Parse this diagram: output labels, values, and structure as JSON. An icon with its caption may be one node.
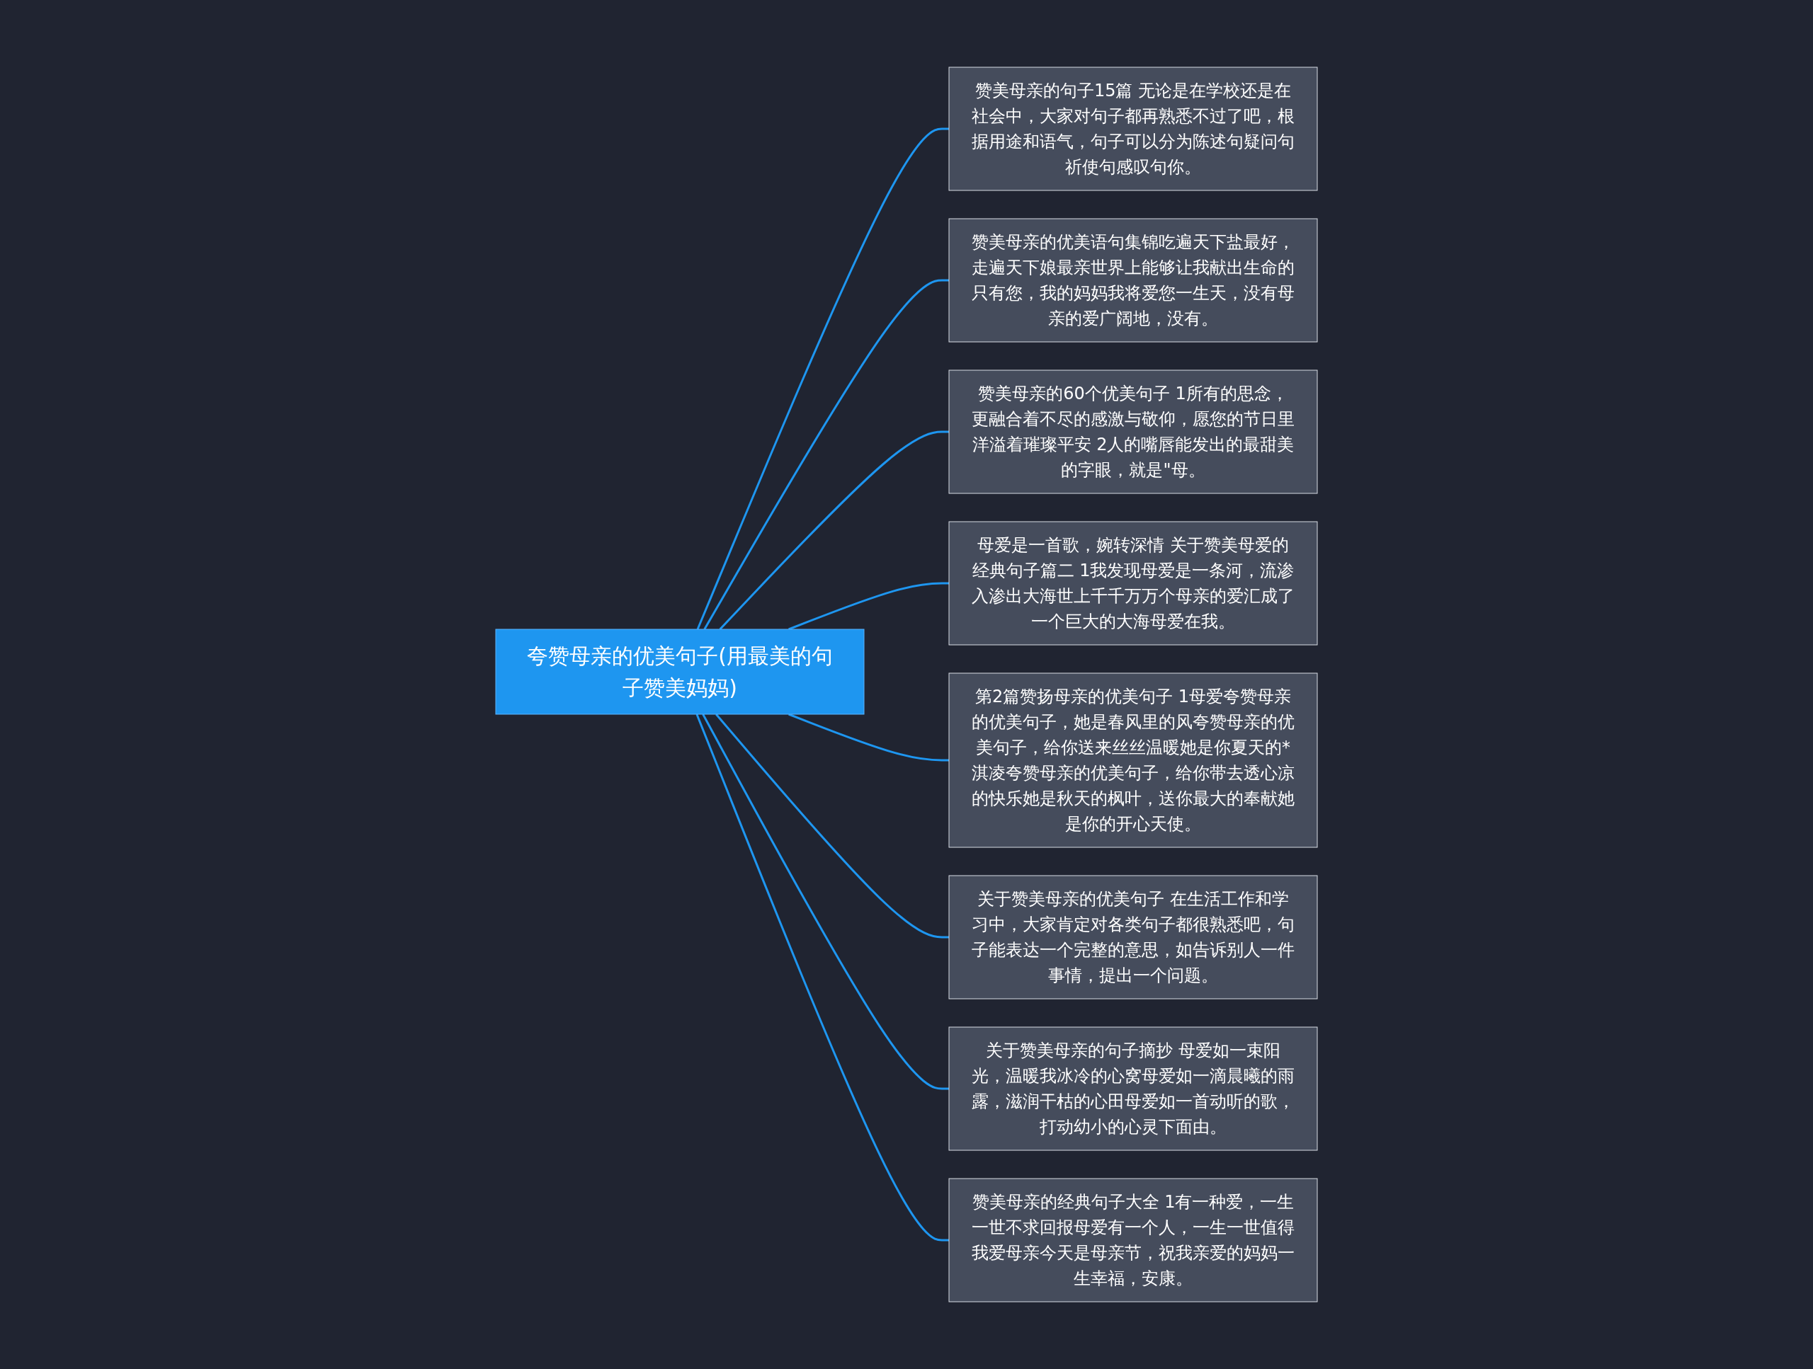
{
  "diagram": {
    "nodes": [
      {
        "text": [
          "夸赞母亲的优美句子(用最美的句子赞美妈妈)"
        ]
      },
      {
        "text": [
          "赞美母亲的句子15篇 无论是在学校还是在社会中，大家对句子都再熟悉不过了吧，根据用途和语气，句子可以分为陈述句疑问句祈使句感叹句你。"
        ]
      },
      {
        "text": [
          "赞美母亲的优美语句集锦吃遍天下盐最好，走遍天下娘最亲世界上能够让我献出生命的只有您，我的妈妈我将爱您一生天，没有母亲的爱广阔地，没有。"
        ]
      },
      {
        "text": [
          "赞美母亲的60个优美句子 1所有的思念，更融合着不尽的感激与敬仰，愿您的节日里洋溢着璀璨平安 2人的嘴唇能发出的最甜美的字眼，就是\"母。"
        ]
      },
      {
        "text": [
          "母爱是一首歌，婉转深情 关于赞美母爱的经典句子篇二 1我发现母爱是一条河，流渗入渗出大海世上千千万万个母亲的爱汇成了一个巨大的大海母爱在我。"
        ]
      },
      {
        "text": [
          "第2篇赞扬母亲的优美句子 1母爱夸赞母亲的优美句子，她是春风里的风夸赞母亲的优美句子，给你送来丝丝温暖她是你夏天的*淇凌夸赞母亲的优美句子，给你带去透心凉的快乐她是秋天的枫叶，送你最大的奉献她是你的开心天使。"
        ]
      },
      {
        "text": [
          "关于赞美母亲的优美句子 在生活工作和学习中，大家肯定对各类句子都很熟悉吧，句子能表达一个完整的意思，如告诉别人一件事情，提出一个问题。"
        ]
      },
      {
        "text": [
          "关于赞美母亲的句子摘抄 母爱如一束阳光，温暖我冰冷的心窝母爱如一滴晨曦的雨露，滋润干枯的心田母爱如一首动听的歌，打动幼小的心灵下面由。"
        ]
      },
      {
        "text": [
          "赞美母亲的经典句子大全 1有一种爱，一生一世不求回报母爱有一个人，一生一世值得我爱母亲今天是母亲节，祝我亲爱的妈妈一生幸福，安康。"
        ]
      }
    ],
    "edges": [
      {
        "from": 0,
        "to": 1,
        "arrow": "none"
      },
      {
        "from": 0,
        "to": 2,
        "arrow": "none"
      },
      {
        "from": 0,
        "to": 3,
        "arrow": "none"
      },
      {
        "from": 0,
        "to": 4,
        "arrow": "none"
      },
      {
        "from": 0,
        "to": 5,
        "arrow": "none"
      },
      {
        "from": 0,
        "to": 6,
        "arrow": "none"
      },
      {
        "from": 0,
        "to": 7,
        "arrow": "none"
      },
      {
        "from": 0,
        "to": 8,
        "arrow": "none"
      }
    ]
  }
}
